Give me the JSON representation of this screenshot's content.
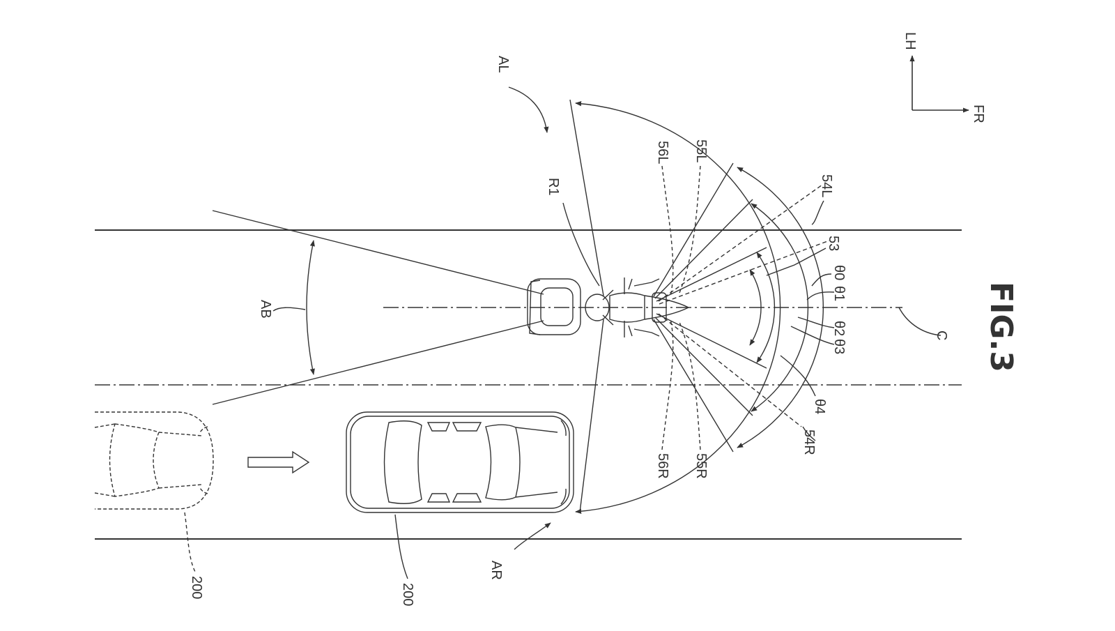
{
  "figure": {
    "title": "FIG.3",
    "ink_color": "#333333",
    "background_color": "#ffffff"
  },
  "direction_indicator": {
    "lh_label": "LH",
    "fr_label": "FR"
  },
  "labels": {
    "al": "AL",
    "ar": "AR",
    "ab": "AB",
    "r1": "R1",
    "c": "C",
    "l53": "53",
    "l54l": "54L",
    "l54r": "54R",
    "l55l": "55L",
    "l55r": "55R",
    "l56l": "56L",
    "l56r": "56R",
    "theta0": "θ0",
    "theta1": "θ1",
    "theta2": "θ2",
    "theta3": "θ3",
    "theta4": "θ4",
    "vehicle_rear": "200",
    "vehicle_side": "200"
  }
}
